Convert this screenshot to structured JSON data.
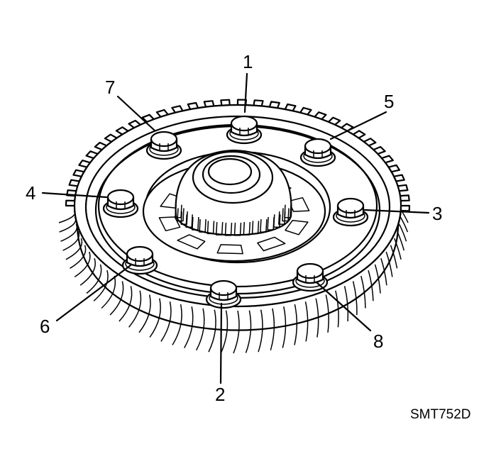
{
  "diagram": {
    "figure_code": "SMT752D",
    "bolt_labels": [
      "1",
      "2",
      "3",
      "4",
      "5",
      "6",
      "7",
      "8"
    ]
  }
}
